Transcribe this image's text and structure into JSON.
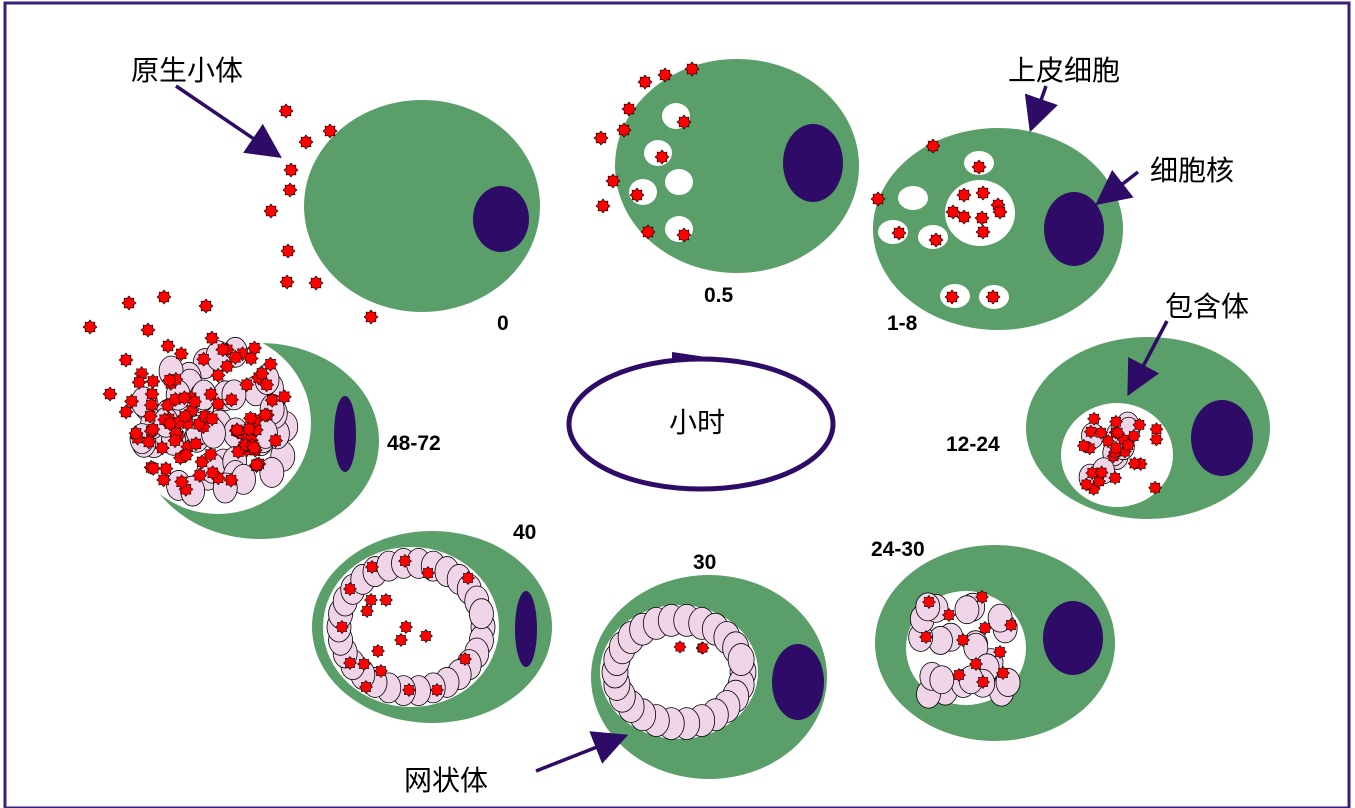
{
  "diagram": {
    "labels": {
      "elementary_body": "原生小体",
      "epithelial_cell": "上皮细胞",
      "nucleus": "细胞核",
      "inclusion_body": "包含体",
      "reticulate_body": "网状体",
      "cycle_unit": "小时"
    },
    "stage_times": [
      "0",
      "0.5",
      "1-8",
      "12-24",
      "24-30",
      "30",
      "40",
      "48-72"
    ],
    "colors": {
      "frame": "#3a1f78",
      "cell": "#5a9e69",
      "nucleus": "#2d0b66",
      "particle": "#ff0000",
      "reticulate": "#f0d4e8",
      "arrow": "#2d0b66"
    }
  }
}
